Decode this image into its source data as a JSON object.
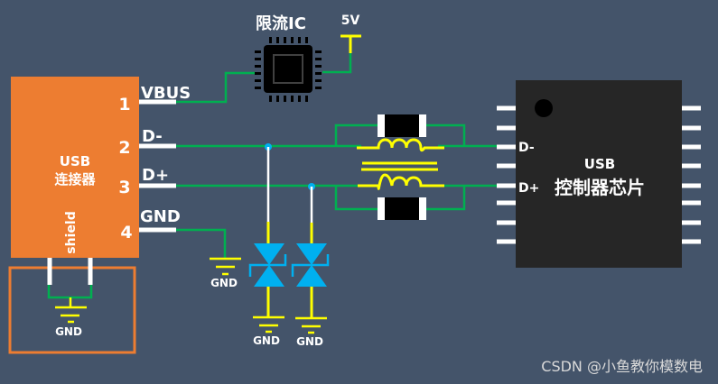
{
  "colors": {
    "background": "#44546a",
    "connector": "#ed7d31",
    "wire": "#00b050",
    "power": "#ffff00",
    "tvs": "#00b0f0",
    "chip": "#262626"
  },
  "connector": {
    "title_line1": "USB",
    "title_line2": "连接器",
    "shield": "shield",
    "pins": [
      {
        "number": "1",
        "label": "VBUS"
      },
      {
        "number": "2",
        "label": "D-"
      },
      {
        "number": "3",
        "label": "D+"
      },
      {
        "number": "4",
        "label": "GND"
      }
    ]
  },
  "limiter": {
    "title": "限流IC",
    "supply": "5V"
  },
  "grounds": {
    "label": "GND"
  },
  "controller": {
    "line1": "USB",
    "line2": "控制器芯片",
    "pin_dminus": "D-",
    "pin_dplus": "D+"
  },
  "watermark": "CSDN @小鱼教你模数电"
}
